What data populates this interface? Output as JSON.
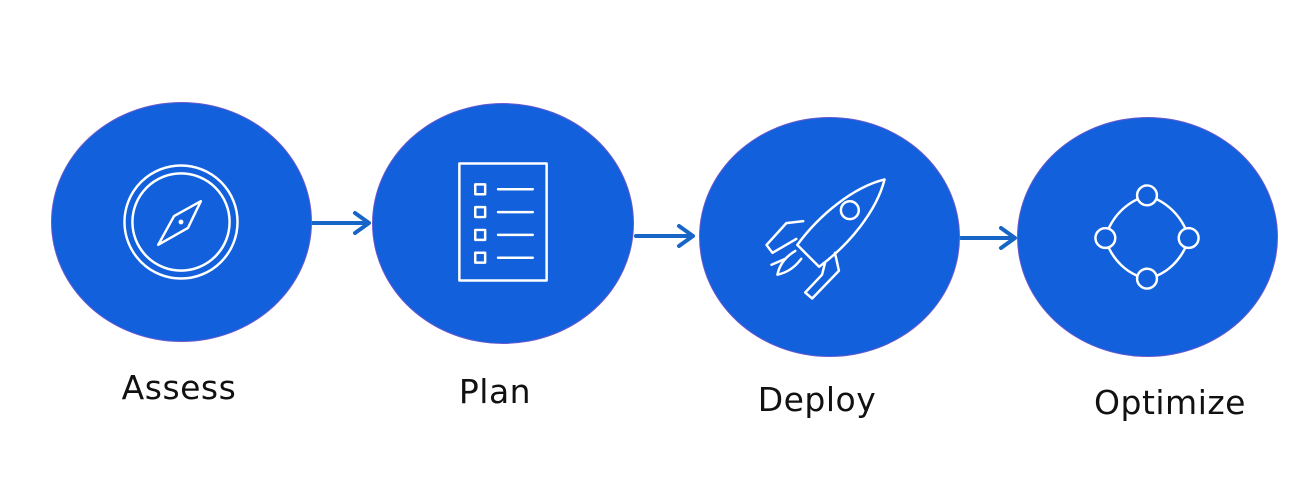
{
  "diagram": {
    "colors": {
      "circle_fill": "#1260DC",
      "circle_border": "#6A5ACD",
      "arrow": "#1765C7",
      "icon_stroke": "#FFFFFF",
      "label_text": "#111111"
    },
    "steps": [
      {
        "label": "Assess",
        "icon": "compass-icon"
      },
      {
        "label": "Plan",
        "icon": "checklist-icon"
      },
      {
        "label": "Deploy",
        "icon": "rocket-icon"
      },
      {
        "label": "Optimize",
        "icon": "cycle-nodes-icon"
      }
    ]
  }
}
